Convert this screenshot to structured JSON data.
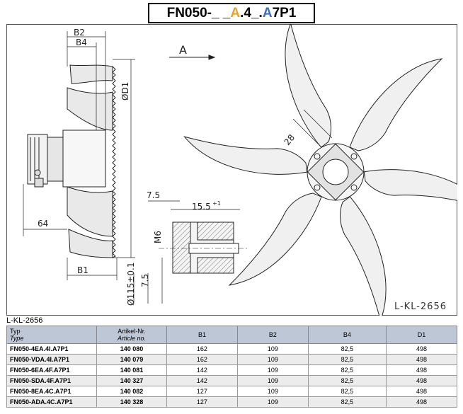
{
  "title": {
    "part1": "FN050-_ _",
    "part2": "A",
    "part3": ".4_.",
    "part4": "A",
    "part5": "7P1"
  },
  "drawing": {
    "reference": "L-KL-2656",
    "view_label": "A",
    "dims": {
      "b2": "B2",
      "b4": "B4",
      "d1": "ØD1",
      "d64": "64",
      "b1": "B1",
      "d28": "28",
      "d7_5a": "7.5",
      "d15_5": "15.5",
      "d15_5_tol": "+1",
      "m6": "M6",
      "d115": "Ø115±0.1",
      "d7_5b": "7.5"
    }
  },
  "table": {
    "caption": "L-KL-2656",
    "headers": {
      "type": "Typ",
      "type_sub": "Type",
      "article": "Artikel-Nr.",
      "article_sub": "Article no.",
      "b1": "B1",
      "b2": "B2",
      "b4": "B4",
      "d1": "D1"
    },
    "rows": [
      {
        "type": "FN050-4EA.4I.A7P1",
        "article": "140 080",
        "b1": "162",
        "b2": "109",
        "b4": "82,5",
        "d1": "498"
      },
      {
        "type": "FN050-VDA.4I.A7P1",
        "article": "140 079",
        "b1": "162",
        "b2": "109",
        "b4": "82,5",
        "d1": "498"
      },
      {
        "type": "FN050-6EA.4F.A7P1",
        "article": "140 081",
        "b1": "142",
        "b2": "109",
        "b4": "82,5",
        "d1": "498"
      },
      {
        "type": "FN050-SDA.4F.A7P1",
        "article": "140 327",
        "b1": "142",
        "b2": "109",
        "b4": "82,5",
        "d1": "498"
      },
      {
        "type": "FN050-8EA.4C.A7P1",
        "article": "140 082",
        "b1": "127",
        "b2": "109",
        "b4": "82,5",
        "d1": "498"
      },
      {
        "type": "FN050-ADA.4C.A7P1",
        "article": "140 328",
        "b1": "127",
        "b2": "109",
        "b4": "82,5",
        "d1": "498"
      }
    ]
  },
  "colors": {
    "highlight_orange": "#e8a22c",
    "highlight_blue": "#3d6fb6",
    "table_header_bg": "#bdc7d6"
  }
}
